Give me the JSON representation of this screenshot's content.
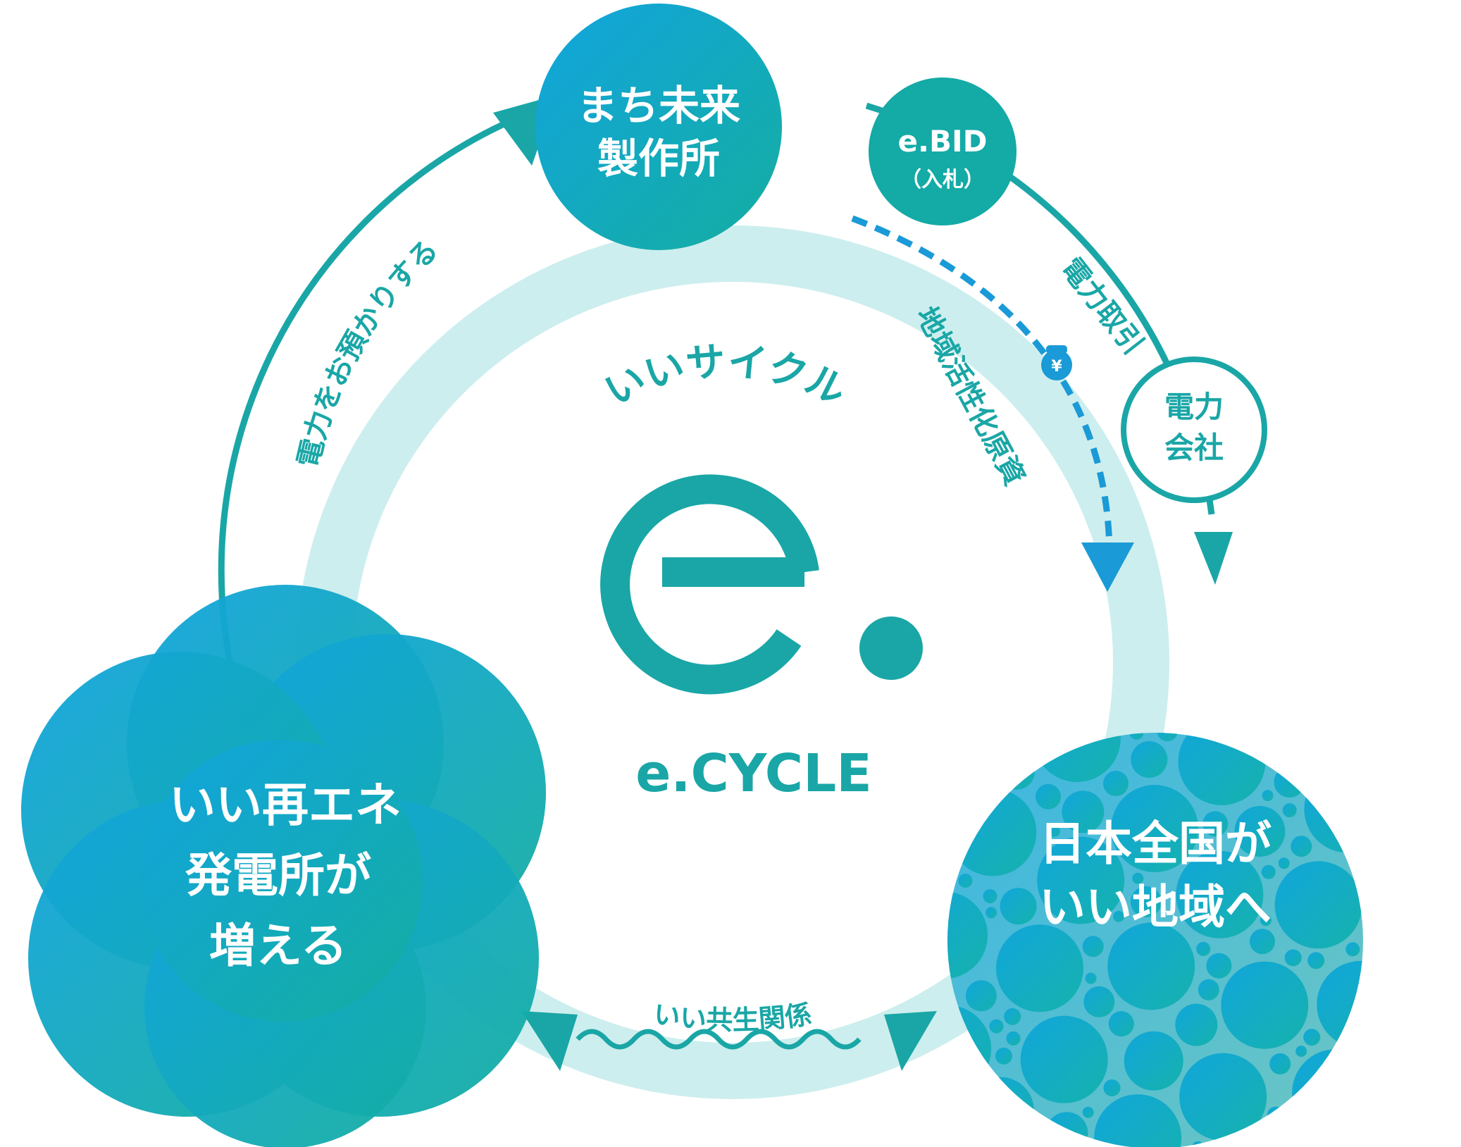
{
  "colors": {
    "ring_fill": "#cdeeee",
    "ring_edge": "#1aa6a6",
    "teal": "#14aaa6",
    "blue": "#16a0dd",
    "dash_blue": "#1a9ad6",
    "white": "#ffffff"
  },
  "nodes": {
    "machi": {
      "line1": "まち未来",
      "line2": "製作所"
    },
    "ebid": {
      "line1": "e.BID",
      "line2": "（入札）"
    },
    "power_company": {
      "line1": "電力",
      "line2": "会社"
    },
    "renewables": {
      "line1": "いい再エネ",
      "line2": "発電所が",
      "line3": "増える"
    },
    "japan": {
      "line1": "日本全国が",
      "line2": "いい地域へ"
    }
  },
  "center": {
    "arc_text": "いいサイクル",
    "logo_icon": "e-dot-logo-icon",
    "brand": "e.CYCLE"
  },
  "edges": {
    "deposit_label": "電力をお預かりする",
    "trade_label": "電力取引",
    "regional_label": "地域活性化原資",
    "symbiosis_label": "いい共生関係",
    "coin_icon": "yen-bag-icon",
    "coin_symbol": "¥"
  }
}
